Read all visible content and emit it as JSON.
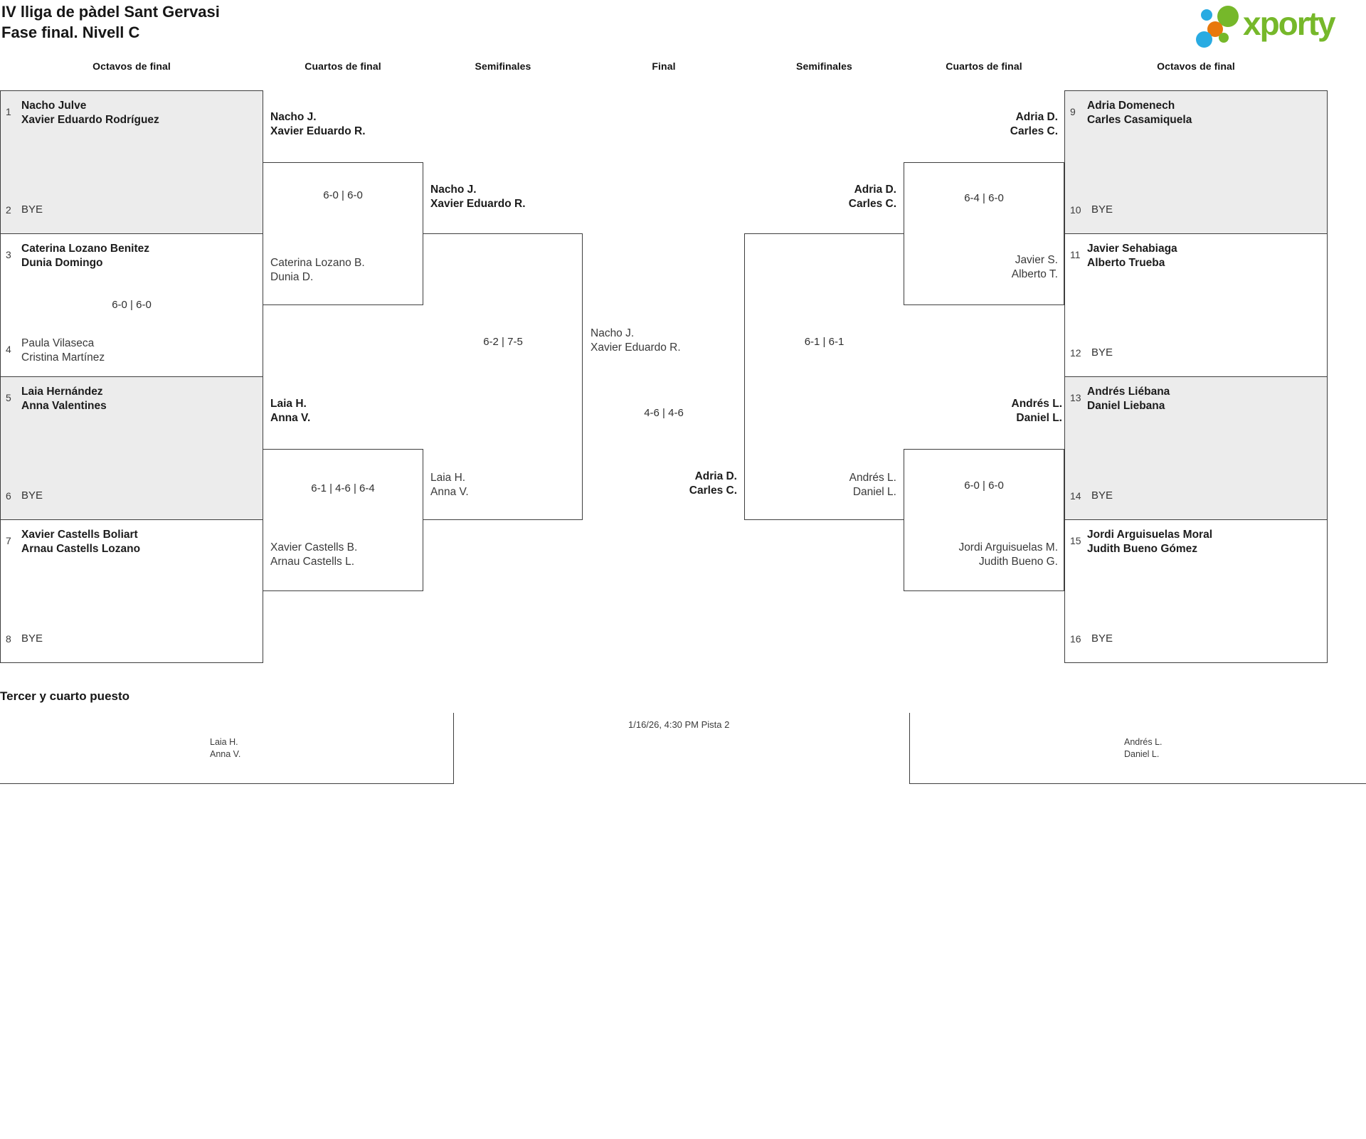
{
  "title": {
    "line1": "IV lliga de pàdel Sant Gervasi",
    "line2": "Fase final. Nivell C"
  },
  "logo": {
    "brand": "xporty"
  },
  "colors": {
    "brand_green": "#76b82a",
    "brand_blue": "#29abe2",
    "brand_orange": "#e8780c",
    "bye_box_fill": "#ececec",
    "line": "#3e3e3e"
  },
  "headers": {
    "h0": "Octavos de final",
    "h1": "Cuartos de final",
    "h2": "Semifinales",
    "h3": "Final",
    "h4": "Semifinales",
    "h5": "Cuartos de final",
    "h6": "Octavos de final"
  },
  "r16": {
    "m1": {
      "s1": "1",
      "t1a": "Nacho Julve",
      "t1b": "Xavier Eduardo Rodríguez",
      "s2": "2",
      "t2": "BYE"
    },
    "m2": {
      "s1": "3",
      "t1a": "Caterina Lozano Benitez",
      "t1b": "Dunia Domingo",
      "score": "6-0 | 6-0",
      "s2": "4",
      "t2a": "Paula Vilaseca",
      "t2b": "Cristina Martínez"
    },
    "m3": {
      "s1": "5",
      "t1a": "Laia Hernández",
      "t1b": "Anna Valentines",
      "s2": "6",
      "t2": "BYE"
    },
    "m4": {
      "s1": "7",
      "t1a": "Xavier Castells Boliart",
      "t1b": "Arnau Castells Lozano",
      "s2": "8",
      "t2": "BYE"
    },
    "m5": {
      "s1": "9",
      "t1a": "Adria Domenech",
      "t1b": "Carles Casamiquela",
      "s2": "10",
      "t2": "BYE"
    },
    "m6": {
      "s1": "11",
      "t1a": "Javier Sehabiaga",
      "t1b": "Alberto Trueba",
      "s2": "12",
      "t2": "BYE"
    },
    "m7": {
      "s1": "13",
      "t1a": "Andrés Liébana",
      "t1b": "Daniel Liebana",
      "s2": "14",
      "t2": "BYE"
    },
    "m8": {
      "s1": "15",
      "t1a": "Jordi Arguisuelas Moral",
      "t1b": "Judith Bueno Gómez",
      "s2": "16",
      "t2": "BYE"
    }
  },
  "qf": {
    "m1": {
      "w1": "Nacho J.",
      "w2": "Xavier Eduardo R.",
      "score": "6-0 | 6-0",
      "l1": "Caterina Lozano B.",
      "l2": "Dunia D."
    },
    "m2": {
      "w1": "Laia H.",
      "w2": "Anna V.",
      "score": "6-1 | 4-6 | 6-4",
      "l1": "Xavier Castells B.",
      "l2": "Arnau Castells L."
    },
    "m3": {
      "w1": "Adria D.",
      "w2": "Carles C.",
      "score": "6-4 | 6-0",
      "l1": "Javier S.",
      "l2": "Alberto T."
    },
    "m4": {
      "w1": "Andrés L.",
      "w2": "Daniel L.",
      "score": "6-0 | 6-0",
      "l1": "Jordi Arguisuelas M.",
      "l2": "Judith Bueno G."
    }
  },
  "sf": {
    "m1": {
      "w1": "Nacho J.",
      "w2": "Xavier Eduardo R.",
      "score": "6-2 | 7-5",
      "l1": "Laia H.",
      "l2": "Anna V."
    },
    "m2": {
      "w1": "Adria D.",
      "w2": "Carles C.",
      "score": "6-1 | 6-1",
      "l1": "Andrés L.",
      "l2": "Daniel L."
    }
  },
  "final": {
    "t1a": "Nacho J.",
    "t1b": "Xavier Eduardo R.",
    "score": "4-6 | 4-6",
    "w1": "Adria D.",
    "w2": "Carles C."
  },
  "third": {
    "title": "Tercer y cuarto puesto",
    "t1a": "Laia H.",
    "t1b": "Anna V.",
    "date": "1/16/26, 4:30 PM Pista 2",
    "t2a": "Andrés L.",
    "t2b": "Daniel L."
  }
}
